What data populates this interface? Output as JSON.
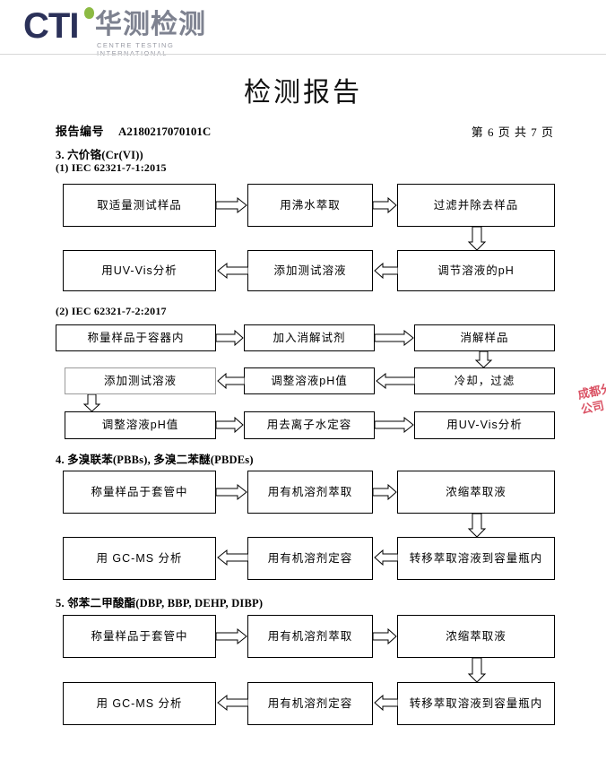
{
  "header": {
    "logo_mark": "CTI",
    "logo_cn": "华测检测",
    "logo_sub": "CENTRE TESTING INTERNATIONAL",
    "logo_color": "#2b3159",
    "logo_accent_color": "#8cba43",
    "logo_cn_color": "#7e8290"
  },
  "title": "检测报告",
  "meta": {
    "report_no_label": "报告编号",
    "report_no_value": "A2180217070101C",
    "page_text": "第 6 页  共 7 页"
  },
  "stamp": {
    "text": "成都分公司",
    "color": "#d4354a"
  },
  "sections": [
    {
      "heading": "3. 六价铬(Cr(VI))",
      "subsections": [
        {
          "sub_heading": "(1) IEC 62321-7-1:2015",
          "boxes": [
            "取适量测试样品",
            "用沸水萃取",
            "过滤并除去样品",
            "调节溶液的pH",
            "添加测试溶液",
            "用UV-Vis分析"
          ]
        },
        {
          "sub_heading": "(2) IEC 62321-7-2:2017",
          "boxes": [
            "称量样品于容器内",
            "加入消解试剂",
            "消解样品",
            "冷却，过滤",
            "调整溶液pH值",
            "添加测试溶液",
            "调整溶液pH值",
            "用去离子水定容",
            "用UV-Vis分析"
          ]
        }
      ]
    },
    {
      "heading": "4. 多溴联苯(PBBs), 多溴二苯醚(PBDEs)",
      "subsections": [
        {
          "sub_heading": "",
          "boxes": [
            "称量样品于套管中",
            "用有机溶剂萃取",
            "浓缩萃取液",
            "转移萃取溶液到容量瓶内",
            "用有机溶剂定容",
            "用 GC-MS 分析"
          ]
        }
      ]
    },
    {
      "heading": "5. 邻苯二甲酸酯(DBP, BBP, DEHP, DIBP)",
      "subsections": [
        {
          "sub_heading": "",
          "boxes": [
            "称量样品于套管中",
            "用有机溶剂萃取",
            "浓缩萃取液",
            "转移萃取溶液到容量瓶内",
            "用有机溶剂定容",
            "用 GC-MS 分析"
          ]
        }
      ]
    }
  ]
}
